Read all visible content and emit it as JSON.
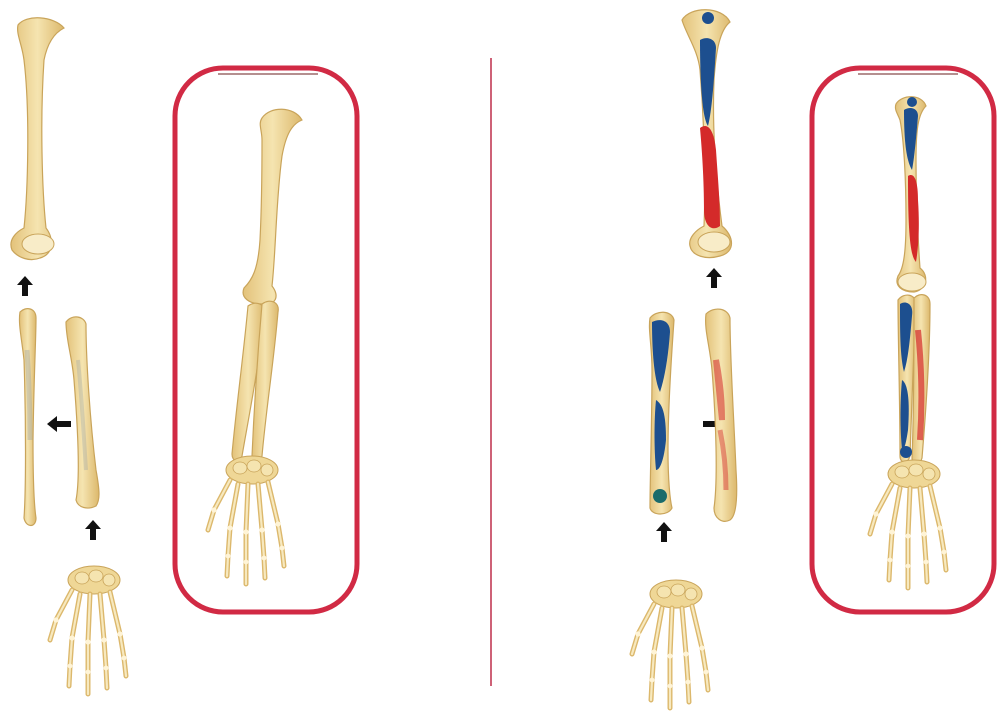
{
  "figure": {
    "panels": [
      {
        "id": "plain-bones",
        "parts": [
          "humerus",
          "ulna",
          "radius",
          "hand"
        ],
        "assembled_highlight": true
      },
      {
        "id": "muscle-marked-bones",
        "parts": [
          "humerus",
          "ulna",
          "radius",
          "hand"
        ],
        "assembled_highlight": true
      }
    ],
    "colors": {
      "bone": "#efd796",
      "bone_shade": "#d8b46a",
      "highlight_frame": "#d12a44",
      "divider": "#c23a55",
      "muscle_origin": "#1d4f8f",
      "muscle_insertion": "#d42a2a",
      "arrow": "#111111"
    },
    "icons": [
      "arrow-up-icon",
      "arrow-left-icon",
      "arrow-right-icon"
    ]
  }
}
